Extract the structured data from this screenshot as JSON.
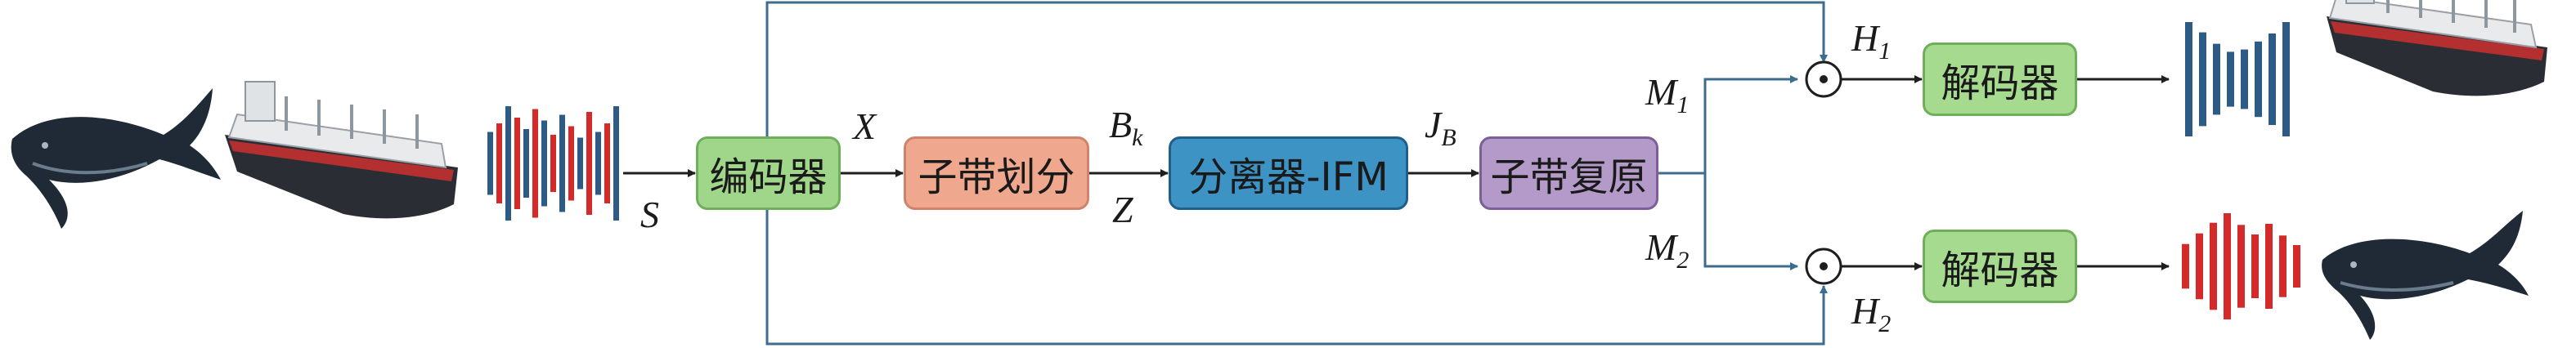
{
  "colors": {
    "line": "#3c6c8e",
    "arrow": "#1e1e1e",
    "wave_blue": "#2d5b86",
    "wave_red": "#d42a2a",
    "encoder_fill": "#9fd68a",
    "encoder_border": "#6fae5a",
    "subband_fill": "#efa88e",
    "subband_border": "#d0826a",
    "separator_fill": "#3d93c4",
    "separator_border": "#1f5f8a",
    "restore_fill": "#b49ac8",
    "restore_border": "#7c5e99",
    "decoder_fill": "#a6da8e",
    "decoder_border": "#6fae5a"
  },
  "blocks": {
    "encoder": "编码器",
    "subband_split": "子带划分",
    "separator": "分离器-IFM",
    "subband_restore": "子带复原",
    "decoder_top": "解码器",
    "decoder_bottom": "解码器"
  },
  "labels": {
    "S": "S",
    "X": "X",
    "Z": "Z",
    "B": "B",
    "B_sub": "k",
    "J": "J",
    "J_sub": "B",
    "M1": "M",
    "M1_sub": "1",
    "M2": "M",
    "M2_sub": "2",
    "H1": "H",
    "H1_sub": "1",
    "H2": "H",
    "H2_sub": "2"
  },
  "operators": {
    "multiply": "⊙"
  },
  "waveforms": {
    "input": [
      {
        "h": 0.55,
        "c": "blue"
      },
      {
        "h": 0.7,
        "c": "red"
      },
      {
        "h": 1.0,
        "c": "blue"
      },
      {
        "h": 0.8,
        "c": "red"
      },
      {
        "h": 0.6,
        "c": "blue"
      },
      {
        "h": 0.95,
        "c": "red"
      },
      {
        "h": 0.75,
        "c": "blue"
      },
      {
        "h": 0.5,
        "c": "red"
      },
      {
        "h": 0.85,
        "c": "blue"
      },
      {
        "h": 0.65,
        "c": "red"
      },
      {
        "h": 0.45,
        "c": "blue"
      },
      {
        "h": 0.9,
        "c": "red"
      },
      {
        "h": 0.55,
        "c": "blue"
      },
      {
        "h": 0.7,
        "c": "red"
      },
      {
        "h": 1.0,
        "c": "blue"
      }
    ],
    "output_top": [
      1.0,
      0.82,
      0.62,
      0.48,
      0.52,
      0.66,
      0.8,
      1.0
    ],
    "output_bottom": [
      0.42,
      0.62,
      0.82,
      1.0,
      0.78,
      0.6,
      0.8,
      0.58,
      0.4
    ]
  }
}
